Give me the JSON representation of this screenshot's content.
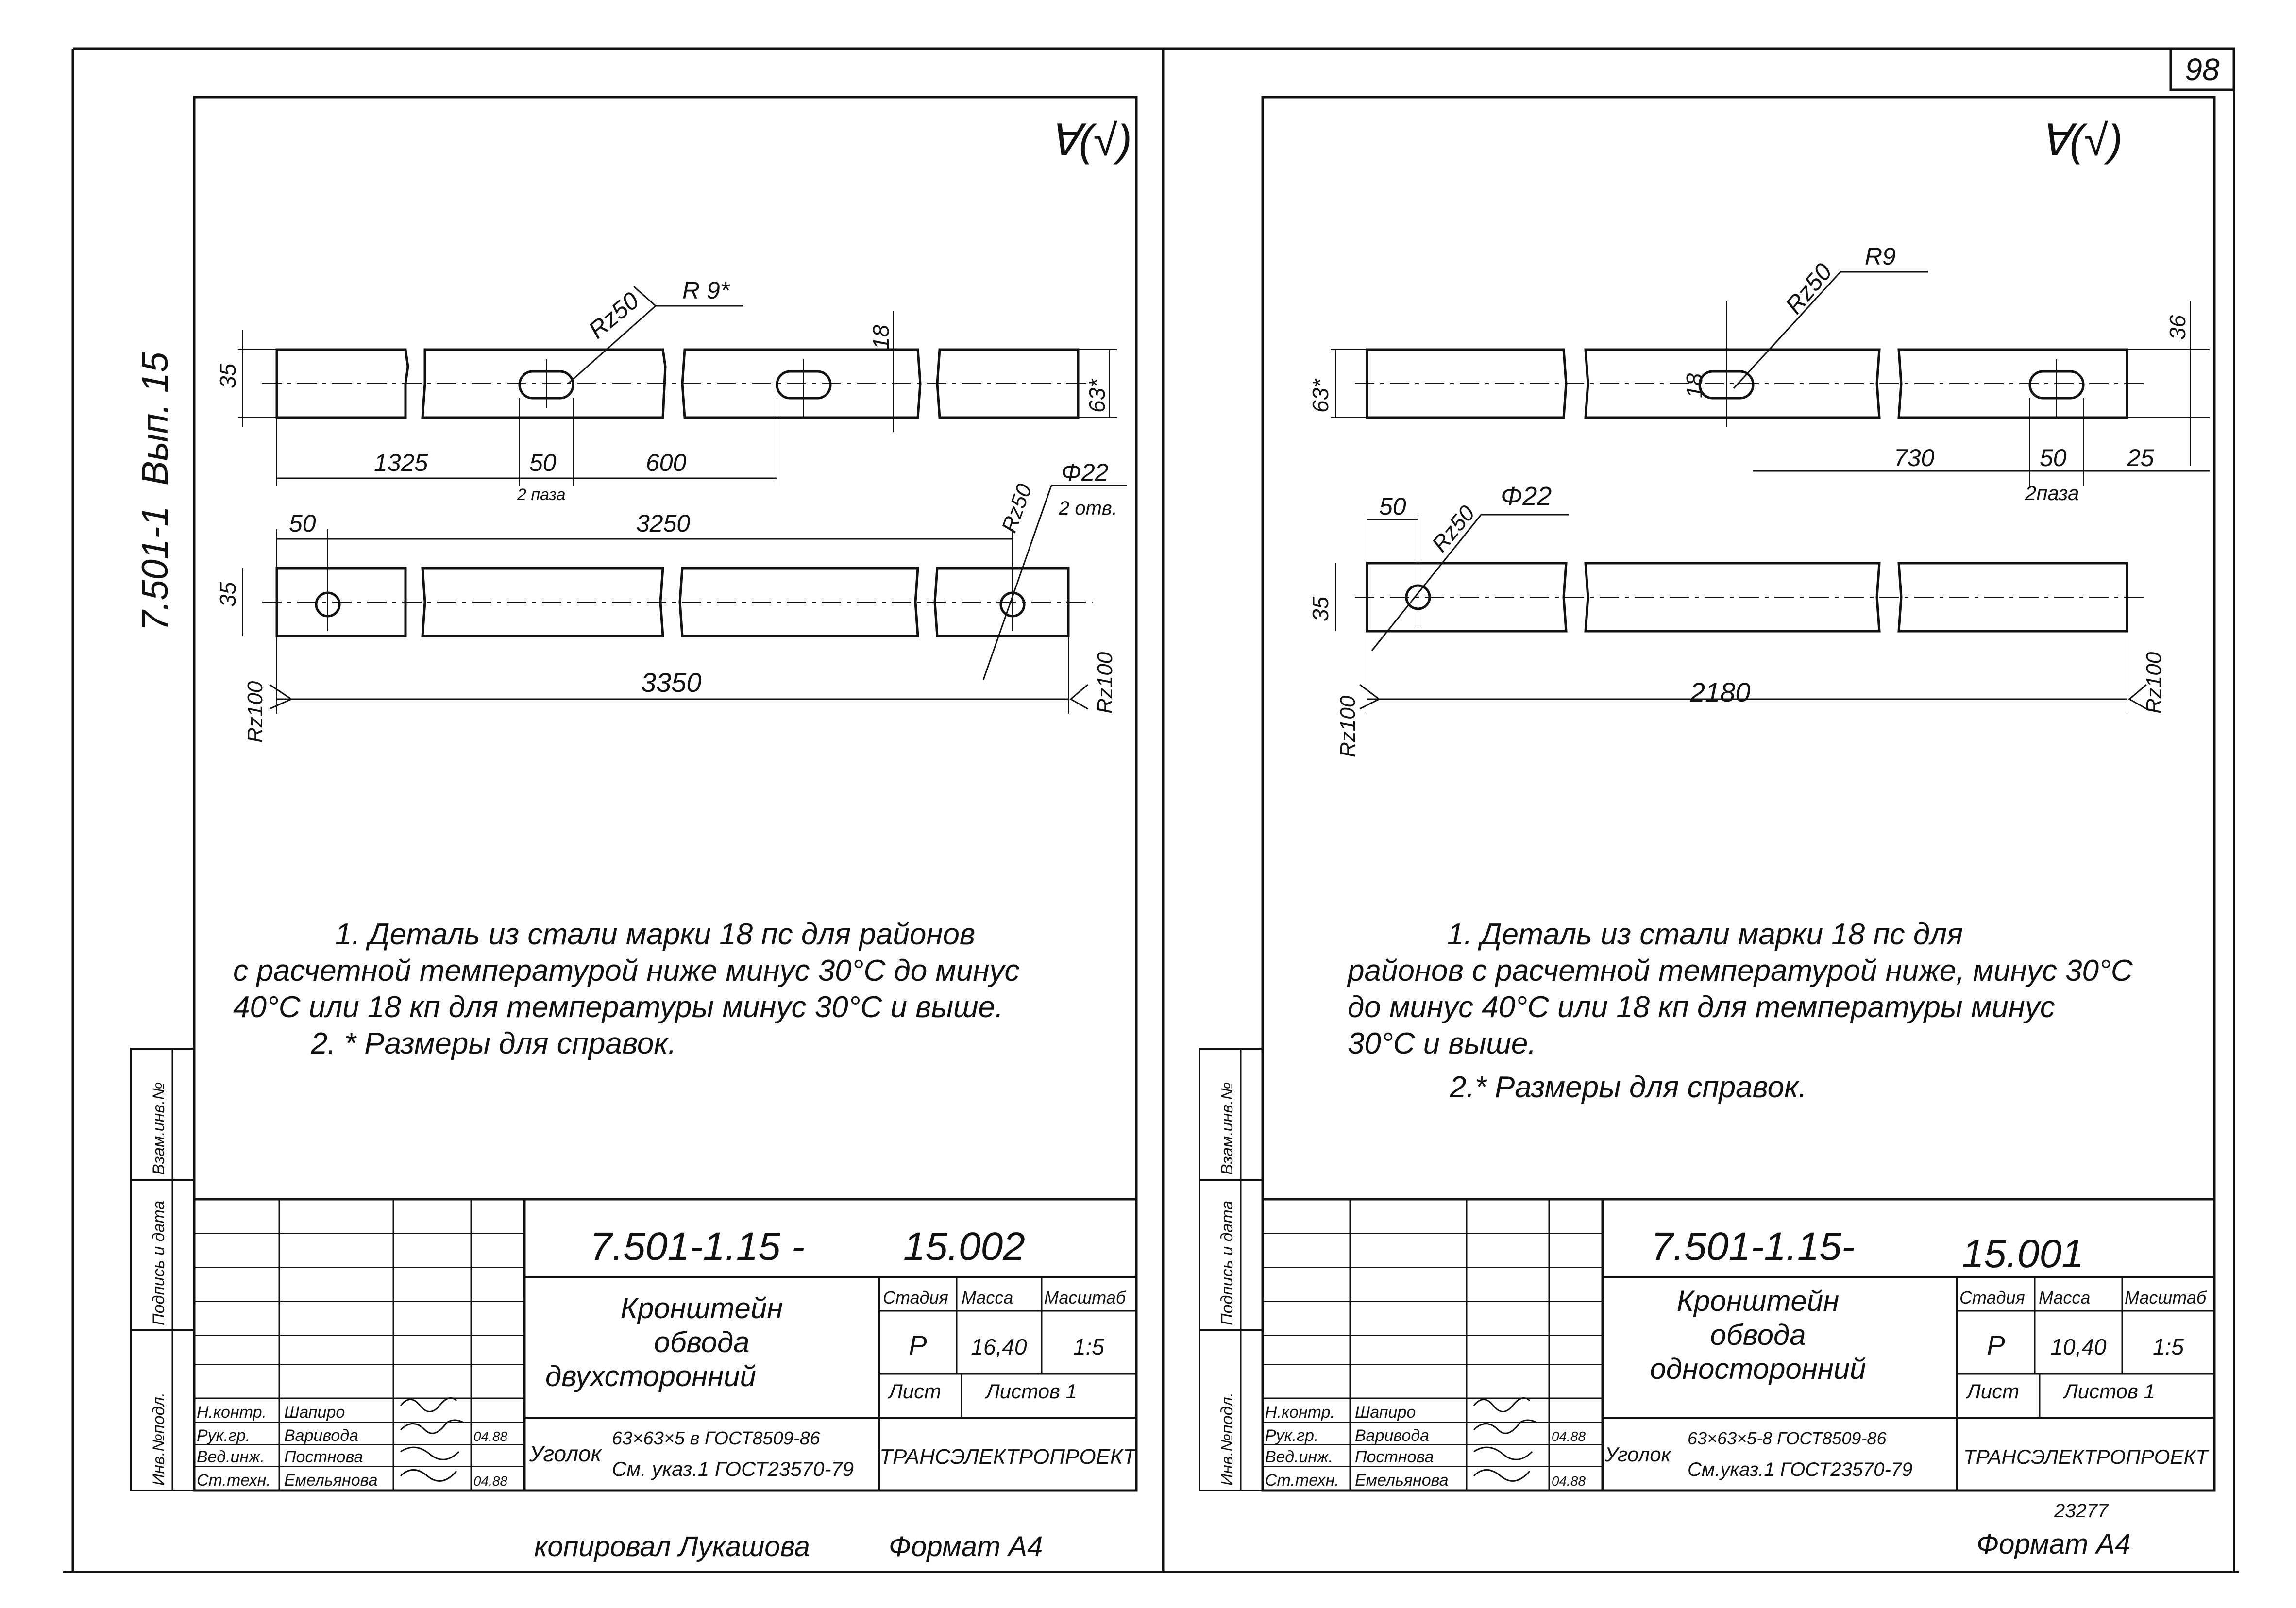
{
  "page_number": "98",
  "left_sheet": {
    "side_code": "7.501-1",
    "side_issue": "Вып. 15",
    "roughness_mark": "∀(√)",
    "top_part": {
      "dim_height_35": "35",
      "dim_height_63": "63*",
      "dim_slot_width_18": "18",
      "rz50": "Rz50",
      "r9": "R 9*",
      "dim_1325": "1325",
      "dim_50_slot": "50",
      "slot_note": "2 паза",
      "dim_600": "600"
    },
    "bottom_part": {
      "dim_50": "50",
      "dim_3250": "3250",
      "dim_35": "35",
      "rz50": "Rz50",
      "hole_dia": "Φ22",
      "hole_note": "2 отв.",
      "rz100_left": "Rz100",
      "rz100_right": "Rz100",
      "dim_3350": "3350"
    },
    "notes": [
      "1.  Деталь из стали марки 18 пс для районов",
      "с расчетной температурой ниже  минус 30°С до минус",
      "40°С или  18 кп для  температуры минус 30°С и выше.",
      "2. * Размеры для  справок."
    ],
    "title_block": {
      "designation": "7.501-1.15 -",
      "sheet_number": "15.002",
      "name_lines": [
        "Кронштейн",
        "обвода",
        "двухсторонний"
      ],
      "stage_label": "Стадия",
      "mass_label": "Масса",
      "scale_label": "Масштаб",
      "stage": "Р",
      "mass": "16,40",
      "scale": "1:5",
      "sheet_label": "Лист",
      "sheets_label": "Листов 1",
      "material_prefix": "Уголок",
      "material_line1": "63×63×5 в ГОСТ8509-86",
      "material_line2": "См. указ.1 ГОСТ23570-79",
      "organization": "ТРАНСЭЛЕКТРОПРОЕКТ",
      "roles": [
        "Н.контр.",
        "Рук.гр.",
        "Вед.инж.",
        "Ст.техн."
      ],
      "names": [
        "Шапиро",
        "Варивода",
        "Постнова",
        "Емельянова"
      ],
      "dates": [
        "",
        "04.88",
        "",
        "04.88"
      ]
    },
    "side_stamp": [
      "Инв.№подл.",
      "Подпись и дата",
      "Взам.инв.№"
    ],
    "footer_copied": "копировал Лукашова",
    "footer_format": "Формат А4"
  },
  "right_sheet": {
    "roughness_mark": "∀(√)",
    "top_part": {
      "dim_63": "63*",
      "dim_18": "18",
      "rz50": "Rz50",
      "r9": "R9",
      "dim_36": "36",
      "dim_730": "730",
      "dim_50": "50",
      "dim_25": "25",
      "slot_note": "2паза"
    },
    "bottom_part": {
      "dim_50": "50",
      "rz50": "Rz50",
      "hole_dia": "Φ22",
      "dim_35": "35",
      "rz100_left": "Rz100",
      "rz100_right": "Rz100",
      "dim_2180": "2180"
    },
    "notes": [
      "1. Деталь из стали  марки  18 пс  для",
      "районов  с  расчетной  температурой ниже, минус 30°С",
      "до минус 40°С  или  18 кп  для  температуры  минус",
      "30°С и выше.",
      "2.* Размеры  для справок."
    ],
    "title_block": {
      "designation": "7.501-1.15-",
      "sheet_number": "15.001",
      "name_lines": [
        "Кронштейн",
        "обвода",
        "односторонний"
      ],
      "stage_label": "Стадия",
      "mass_label": "Масса",
      "scale_label": "Масштаб",
      "stage": "Р",
      "mass": "10,40",
      "scale": "1:5",
      "sheet_label": "Лист",
      "sheets_label": "Листов 1",
      "material_prefix": "Уголок",
      "material_line1": "63×63×5-8 ГОСТ8509-86",
      "material_line2": "См.указ.1 ГОСТ23570-79",
      "organization": "ТРАНСЭЛЕКТРОПРОЕКТ",
      "roles": [
        "Н.контр.",
        "Рук.гр.",
        "Вед.инж.",
        "Ст.техн."
      ],
      "names": [
        "Шапиро",
        "Варивода",
        "Постнова",
        "Емельянова"
      ],
      "dates": [
        "",
        "04.88",
        "",
        "04.88"
      ]
    },
    "side_stamp": [
      "Инв.№подл.",
      "Подпись и дата",
      "Взам.инв.№"
    ],
    "footer_code": "23277",
    "footer_format": "Формат А4"
  }
}
